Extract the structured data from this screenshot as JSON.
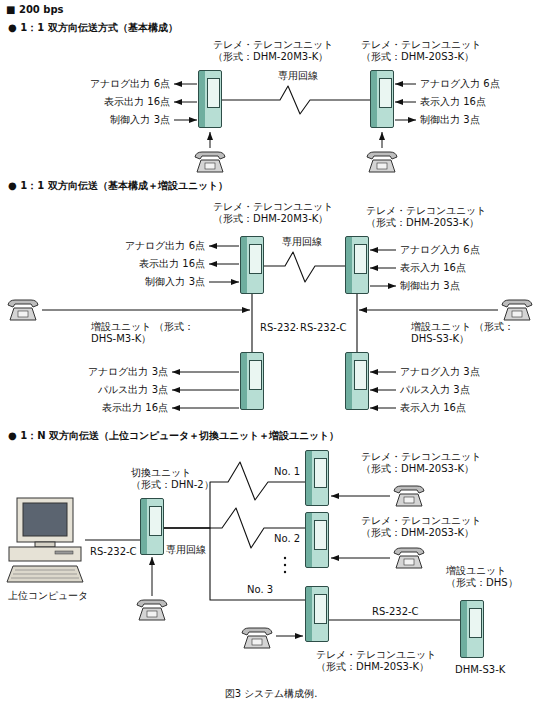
{
  "diagram": {
    "caption": "図3 システム構成例.",
    "nodes": [
      {
        "text": [
          "テレメ・テレコンユニット （形式：DHM-20M3-K）"
        ]
      },
      {
        "text": [
          "テレメ・テレコンユニット （形式：DHM-20S3-K）"
        ]
      },
      {
        "text": [
          "テレメ・テレコンユニット （形式：DHM-20M3-K）"
        ]
      },
      {
        "text": [
          "テレメ・テレコンユニット （形式：DHM-20S3-K）"
        ]
      },
      {
        "text": [
          "増設ユニット （形式：DHS-M3-K）"
        ]
      },
      {
        "text": [
          "増設ユニット （形式：DHS-S3-K）"
        ]
      },
      {
        "text": [
          "上位コンピュータ"
        ]
      },
      {
        "text": [
          "切換ユニット （形式：DHN-2）"
        ]
      },
      {
        "text": [
          "テレメ・テレコンユニット （形式：DHM-20S3-K）"
        ]
      },
      {
        "text": [
          "テレメ・テレコンユニット （形式：DHM-20S3-K）"
        ]
      },
      {
        "text": [
          "テレメ・テレコンユニット （形式：DHM-20S3-K）"
        ]
      },
      {
        "text": [
          "増設ユニット （形式：DHS）"
        ]
      }
    ],
    "edges": [
      {
        "from": 0,
        "to": 1,
        "arrow": "none",
        "label": "専用回線"
      },
      {
        "from": 2,
        "to": 3,
        "arrow": "none",
        "label": "専用回線"
      },
      {
        "from": 2,
        "to": 4,
        "arrow": "none",
        "label": "RS-232-C"
      },
      {
        "from": 3,
        "to": 5,
        "arrow": "none",
        "label": "RS-232-C"
      },
      {
        "from": 6,
        "to": 7,
        "arrow": "none",
        "label": "RS-232-C"
      },
      {
        "from": 7,
        "to": 8,
        "arrow": "none",
        "label": "No. 1"
      },
      {
        "from": 7,
        "to": 9,
        "arrow": "none",
        "label": "No. 2"
      },
      {
        "from": 7,
        "to": 10,
        "arrow": "none",
        "label": "No. 3"
      },
      {
        "from": 10,
        "to": 11,
        "arrow": "none",
        "label": "RS-232-C"
      }
    ],
    "labels": [
      "■ 200 bps",
      "● 1：1 双方向伝送方式（基本構成）",
      "アナログ出力 6点",
      "表示出力 16点",
      "制御入力 3点",
      "アナログ入力 6点",
      "表示入力 16点",
      "制御出力 3点",
      "● 1：1 双方向伝送（基本構成＋増設ユニット）",
      "アナログ出力 6点",
      "表示出力 16点",
      "制御入力 3点",
      "アナログ入力 6点",
      "表示入力 16点",
      "制御出力 3点",
      "アナログ出力 3点",
      "パルス出力 3点",
      "表示出力 16点",
      "アナログ入力 3点",
      "パルス入力 3点",
      "表示入力 16点",
      "● 1：N 双方向伝送（上位コンピュータ＋切換ユニット＋増設ユニット）",
      "専用回線",
      "DHM-S3-K"
    ]
  }
}
